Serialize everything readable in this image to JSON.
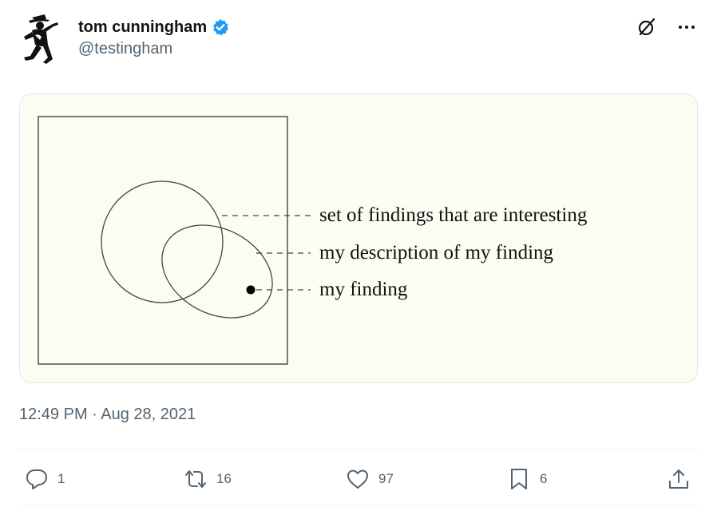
{
  "author": {
    "display_name": "tom cunningham",
    "handle": "@testingham",
    "verified": true,
    "avatar_icon": "cowboy-illustration-icon"
  },
  "header_actions": [
    "grok-icon",
    "more-icon"
  ],
  "figure": {
    "labels": {
      "interesting": "set of findings that are interesting",
      "description": "my description of my finding",
      "finding": "my finding"
    }
  },
  "timestamp": "12:49 PM · Aug 28, 2021",
  "engagement": {
    "replies": "1",
    "retweets": "16",
    "likes": "97",
    "bookmarks": "6"
  },
  "colors": {
    "text_primary": "#0f1419",
    "text_secondary": "#536471",
    "verified_blue": "#1d9bf0",
    "figure_bg": "#fdfcf3"
  }
}
